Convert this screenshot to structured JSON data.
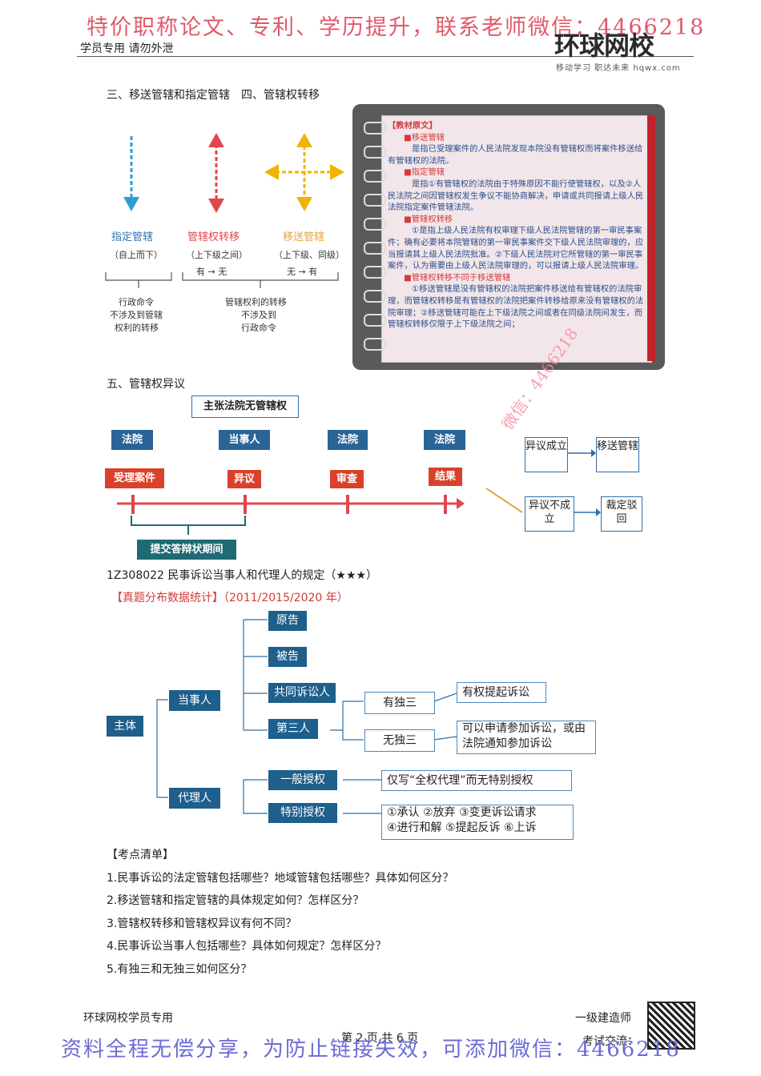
{
  "header": {
    "watermark_top": "特价职称论文、专利、学历提升，联系老师微信：4466218",
    "left_note": "学员专用 请勿外泄",
    "logo_text": "环球网校",
    "logo_sub": "移动学习 职达未来 hqwx.com"
  },
  "section3_title": "三、移送管辖和指定管辖　四、管辖权转移",
  "arrows": {
    "designated": {
      "name": "指定管辖",
      "sub": "（自上而下）",
      "color": "#2e9fd6"
    },
    "transfer_right": {
      "name": "管辖权转移",
      "sub": "（上下级之间）",
      "flow": "有 → 无",
      "color": "#e0464b"
    },
    "transfer_case": {
      "name": "移送管辖",
      "sub": "（上下级、同级）",
      "flow": "无 → 有",
      "color": "#f0b400"
    }
  },
  "brackets": {
    "left": [
      "行政命令",
      "不涉及到管辖",
      "权利的转移"
    ],
    "right": [
      "管辖权利的转移",
      "不涉及到",
      "行政命令"
    ]
  },
  "notebook": {
    "heading": "【教材原文】",
    "item1_title": "■移送管辖",
    "item1_text": "是指已受理案件的人民法院发现本院没有管辖权而将案件移送给有管辖权的法院。",
    "item2_title": "■指定管辖",
    "item2_text": "是指①有管辖权的法院由于特殊原因不能行使管辖权，以及②人民法院之间因管辖权发生争议不能协商解决，申请或共同报请上级人民法院指定案件管辖法院。",
    "item3_title": "■管辖权转移",
    "item3_text": "①是指上级人民法院有权审理下级人民法院管辖的第一审民事案件；确有必要将本院管辖的第一审民事案件交下级人民法院审理的，应当报请其上级人民法院批准。②下级人民法院对它所管辖的第一审民事案件，认为需要由上级人民法院审理的，可以报请上级人民法院审理。",
    "item4_title": "■管辖权转移不同于移送管辖",
    "item4_text": "①移送管辖是没有管辖权的法院把案件移送给有管辖权的法院审理，而管辖权转移是有管辖权的法院把案件转移给原来没有管辖权的法院审理；②移送管辖可能在上下级法院之间或者在同级法院间发生，而管辖权转移仅限于上下级法院之间；"
  },
  "section5_title": "五、管辖权异议",
  "objection": {
    "claim": "主张法院无管辖权",
    "actors": [
      "法院",
      "当事人",
      "法院",
      "法院"
    ],
    "steps": [
      "受理案件",
      "异议",
      "审查",
      "结果"
    ],
    "period": "提交答辩状期间",
    "outcome_yes": "异议成立",
    "outcome_yes_result": "移送管辖",
    "outcome_no": "异议不成立",
    "outcome_no_result": "裁定驳回"
  },
  "topic_title": "1Z308022 民事诉讼当事人和代理人的规定（★★★）",
  "topic_stat": "【真题分布数据统计】（2011/2015/2020 年）",
  "mindmap": {
    "root": "主体",
    "party": "当事人",
    "agent": "代理人",
    "plaintiff": "原告",
    "defendant": "被告",
    "co_litigant": "共同诉讼人",
    "third_party": "第三人",
    "indep": "有独三",
    "nonindep": "无独三",
    "indep_note": "有权提起诉讼",
    "nonindep_note": "可以申请参加诉讼，或由法院通知参加诉讼",
    "general_auth": "一般授权",
    "special_auth": "特别授权",
    "general_note": "仅写“全权代理”而无特别授权",
    "special_note1": "①承认 ②放弃 ③变更诉讼请求",
    "special_note2": "④进行和解 ⑤提起反诉 ⑥上诉"
  },
  "checklist": {
    "title": "【考点清单】",
    "items": [
      "1.民事诉讼的法定管辖包括哪些？地域管辖包括哪些？具体如何区分？",
      "2.移送管辖和指定管辖的具体规定如何？怎样区分？",
      "3.管辖权转移和管辖权异议有何不同？",
      "4.民事诉讼当事人包括哪些？具体如何规定？怎样区分？",
      "5.有独三和无独三如何区分？"
    ]
  },
  "footer": {
    "left": "环球网校学员专用",
    "right": "一级建造师",
    "page": "第 2 页 共 6 页",
    "exam": "考试交流：",
    "watermark_bottom": "资料全程无偿分享，为防止链接失效，可添加微信：4466218",
    "diag_wm": "微信：4466218"
  }
}
